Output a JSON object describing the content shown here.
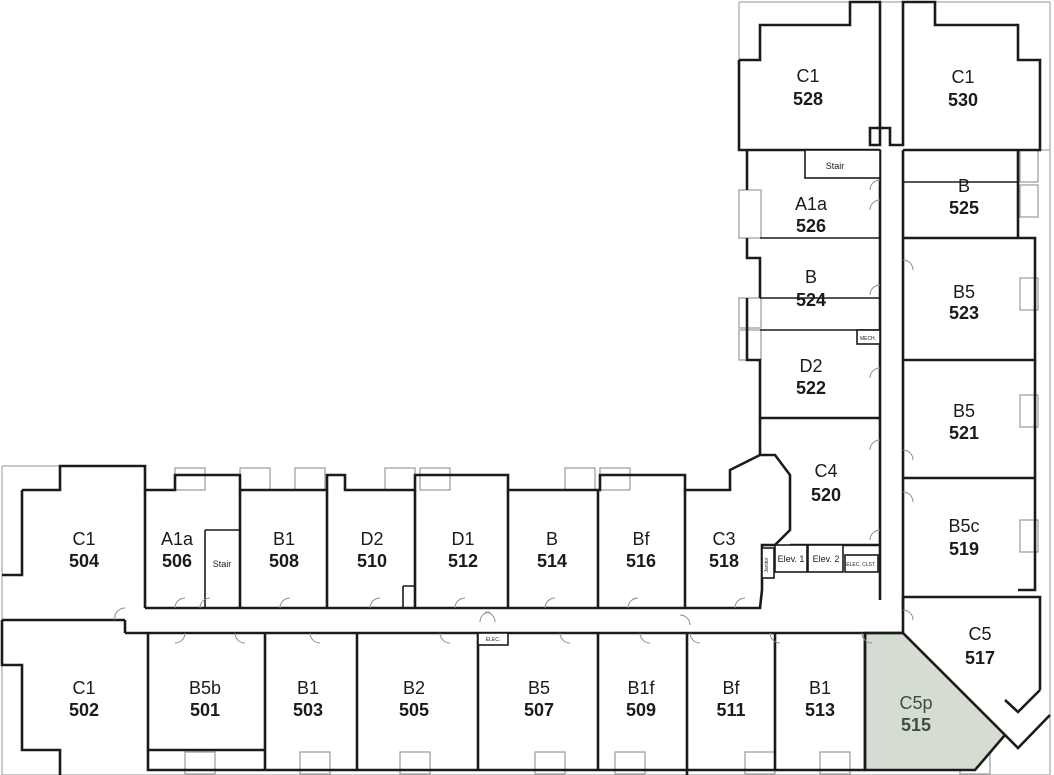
{
  "units": [
    {
      "type": "C1",
      "number": "528"
    },
    {
      "type": "C1",
      "number": "530"
    },
    {
      "type": "A1a",
      "number": "526"
    },
    {
      "type": "B",
      "number": "525"
    },
    {
      "type": "B",
      "number": "524"
    },
    {
      "type": "B5",
      "number": "523"
    },
    {
      "type": "D2",
      "number": "522"
    },
    {
      "type": "B5",
      "number": "521"
    },
    {
      "type": "C4",
      "number": "520"
    },
    {
      "type": "B5c",
      "number": "519"
    },
    {
      "type": "C1",
      "number": "504"
    },
    {
      "type": "A1a",
      "number": "506"
    },
    {
      "type": "B1",
      "number": "508"
    },
    {
      "type": "D2",
      "number": "510"
    },
    {
      "type": "D1",
      "number": "512"
    },
    {
      "type": "B",
      "number": "514"
    },
    {
      "type": "Bf",
      "number": "516"
    },
    {
      "type": "C3",
      "number": "518"
    },
    {
      "type": "C5",
      "number": "517"
    },
    {
      "type": "C1",
      "number": "502"
    },
    {
      "type": "B5b",
      "number": "501"
    },
    {
      "type": "B1",
      "number": "503"
    },
    {
      "type": "B2",
      "number": "505"
    },
    {
      "type": "B5",
      "number": "507"
    },
    {
      "type": "B1f",
      "number": "509"
    },
    {
      "type": "Bf",
      "number": "511"
    },
    {
      "type": "B1",
      "number": "513"
    },
    {
      "type": "C5p",
      "number": "515"
    }
  ],
  "highlight": {
    "unit_number": "515",
    "color": "#d5ddd3"
  },
  "labels": {
    "stair": "Stair",
    "elev1": "Elev. 1",
    "elev2": "Elev. 2",
    "mech": "MECH.",
    "elec": "ELEC.",
    "elec_clst": "ELEC. CLST.",
    "janitor": "Janitor"
  }
}
